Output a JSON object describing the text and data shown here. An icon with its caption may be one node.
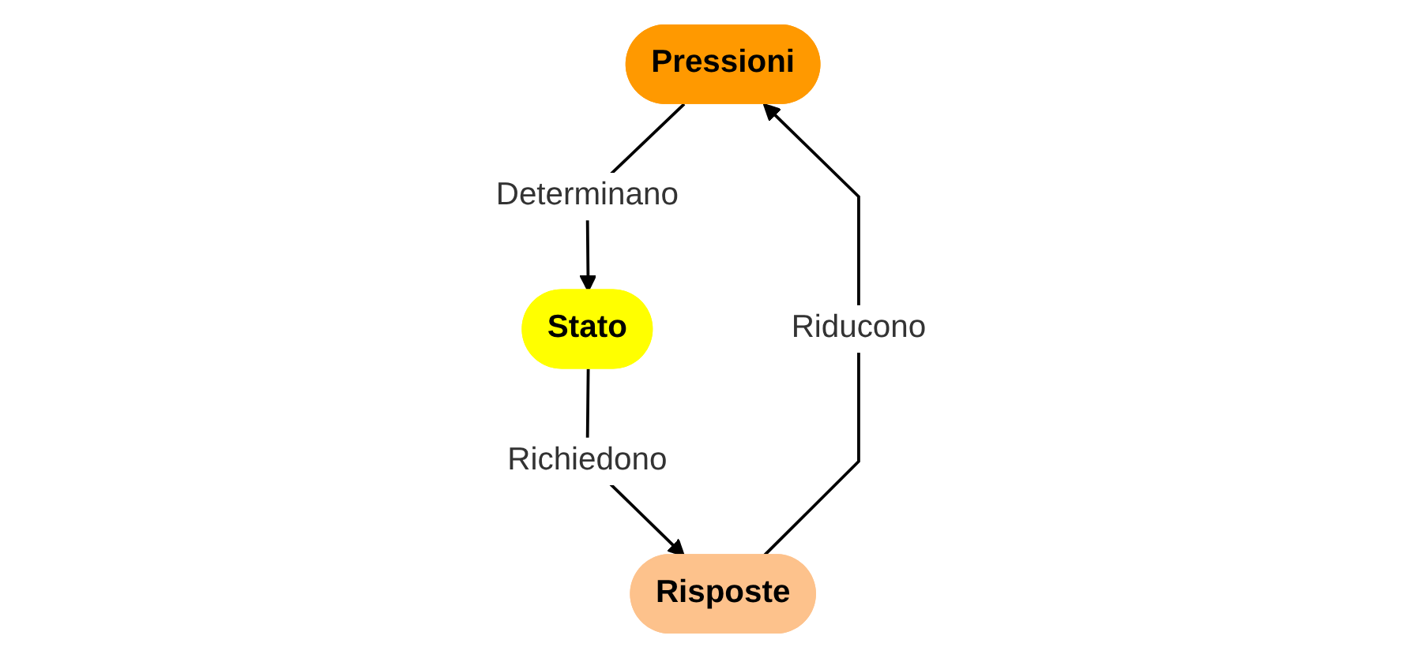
{
  "diagram": {
    "nodes": [
      {
        "text": [
          "Pressioni"
        ]
      },
      {
        "text": [
          "Risposte"
        ]
      },
      {
        "text": [
          "Stato"
        ]
      }
    ],
    "edges": [
      {
        "from": 1,
        "to": 0,
        "arrow": "to",
        "label": "Riducono"
      },
      {
        "from": 0,
        "to": 2,
        "arrow": "to",
        "label": "Determinano"
      },
      {
        "from": 2,
        "to": 1,
        "arrow": "to",
        "label": "Richiedono"
      }
    ]
  }
}
